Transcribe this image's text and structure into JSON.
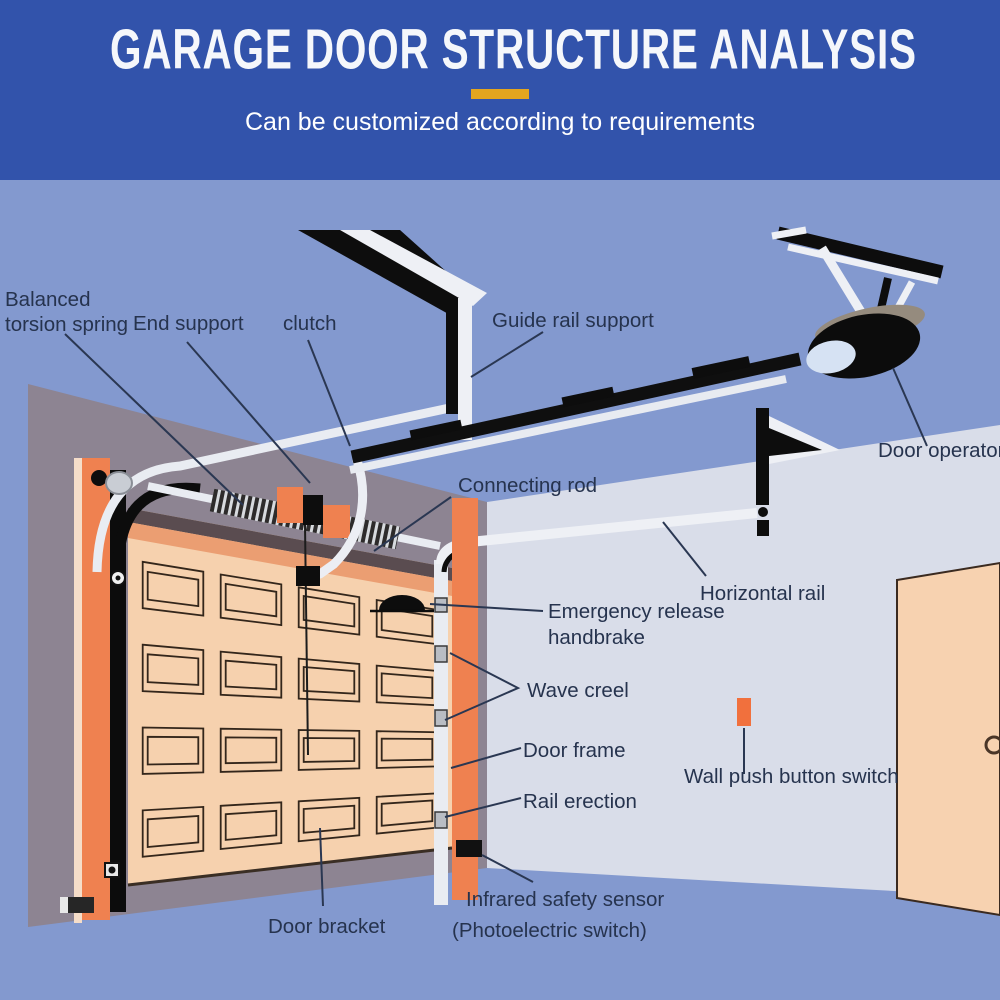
{
  "header": {
    "title": "GARAGE DOOR STRUCTURE ANALYSIS",
    "subtitle": "Can be customized according to requirements"
  },
  "labels": {
    "balanced_torsion_spring": {
      "line1": "Balanced",
      "line2": "torsion spring"
    },
    "end_support": "End support",
    "clutch": "clutch",
    "guide_rail_support": "Guide rail support",
    "door_operator": "Door operator",
    "connecting_rod": "Connecting rod",
    "horizontal_rail": "Horizontal rail",
    "emergency_release": {
      "line1": "Emergency release",
      "line2": "handbrake"
    },
    "wave_creel": "Wave creel",
    "door_frame": "Door frame",
    "rail_erection": "Rail erection",
    "wall_push_button_switch": "Wall push button switch",
    "infrared_safety_sensor": {
      "line1": "Infrared safety sensor",
      "line2": "(Photoelectric switch)"
    },
    "door_bracket": "Door bracket"
  },
  "colors": {
    "header_bg": "#3253ab",
    "accent_yellow": "#e3a51f",
    "scene_bg": "#8399cf",
    "back_wall_gray": "#8d8492",
    "side_wall_light": "#d9dde9",
    "door_peach": "#f6d1ae",
    "frame_orange": "#ef8150",
    "salmon_band": "#eb9e72",
    "hardware_black": "#0d0d0d",
    "rail_white": "#eef0f5",
    "push_button_orange": "#f1703d",
    "label_text": "#26334e"
  }
}
